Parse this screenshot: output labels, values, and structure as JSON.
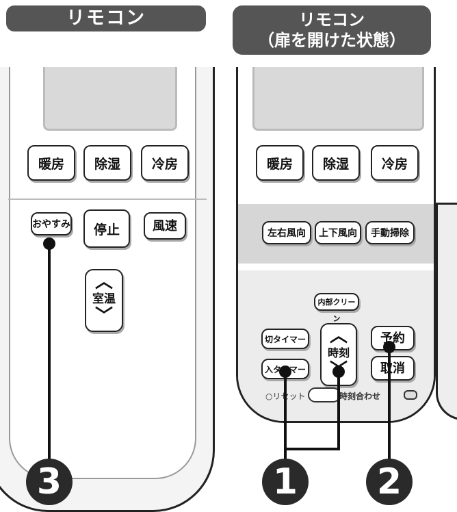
{
  "headers": {
    "left": "リモコン",
    "right_line1": "リモコン",
    "right_line2": "（扉を開けた状態）"
  },
  "left_remote": {
    "mode_buttons": [
      "暖房",
      "除湿",
      "冷房"
    ],
    "oyasumi": "おやすみ",
    "stop": "停止",
    "fan": "風速",
    "temp_label": "室温",
    "up": "︿",
    "down": "﹀"
  },
  "right_remote": {
    "mode_buttons": [
      "暖房",
      "除湿",
      "冷房"
    ],
    "louver_buttons": [
      "左右風向",
      "上下風向",
      "手動掃除"
    ],
    "internal_clean": "内部クリーン",
    "off_timer": "切タイマー",
    "on_timer": "入タイマー",
    "time_label": "時刻",
    "reserve": "予約",
    "cancel": "取消",
    "reset": "○リセット",
    "clock_set": "時刻合わせ"
  },
  "callouts": [
    "3",
    "1",
    "2"
  ]
}
